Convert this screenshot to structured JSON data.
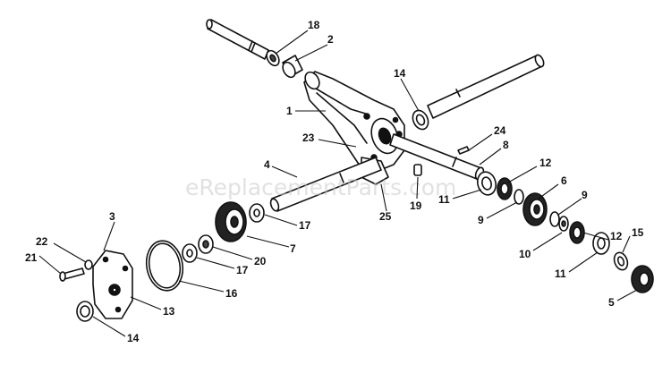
{
  "watermark": "eReplacementParts.com",
  "callouts": [
    {
      "id": "c18a",
      "text": "18"
    },
    {
      "id": "c2",
      "text": "2"
    },
    {
      "id": "c14a",
      "text": "14"
    },
    {
      "id": "c1",
      "text": "1"
    },
    {
      "id": "c24",
      "text": "24"
    },
    {
      "id": "c8",
      "text": "8"
    },
    {
      "id": "c23",
      "text": "23"
    },
    {
      "id": "c4",
      "text": "4"
    },
    {
      "id": "c12a",
      "text": "12"
    },
    {
      "id": "c11a",
      "text": "11"
    },
    {
      "id": "c6",
      "text": "6"
    },
    {
      "id": "c19",
      "text": "19"
    },
    {
      "id": "c25",
      "text": "25"
    },
    {
      "id": "c9a",
      "text": "9"
    },
    {
      "id": "c9b",
      "text": "9"
    },
    {
      "id": "c12b",
      "text": "12"
    },
    {
      "id": "c3",
      "text": "3"
    },
    {
      "id": "c17a",
      "text": "17"
    },
    {
      "id": "c7",
      "text": "7"
    },
    {
      "id": "c15",
      "text": "15"
    },
    {
      "id": "c22",
      "text": "22"
    },
    {
      "id": "c10",
      "text": "10"
    },
    {
      "id": "c20",
      "text": "20"
    },
    {
      "id": "c21",
      "text": "21"
    },
    {
      "id": "c17b",
      "text": "17"
    },
    {
      "id": "c11b",
      "text": "11"
    },
    {
      "id": "c16",
      "text": "16"
    },
    {
      "id": "c5",
      "text": "5"
    },
    {
      "id": "c13",
      "text": "13"
    },
    {
      "id": "c14b",
      "text": "14"
    }
  ]
}
